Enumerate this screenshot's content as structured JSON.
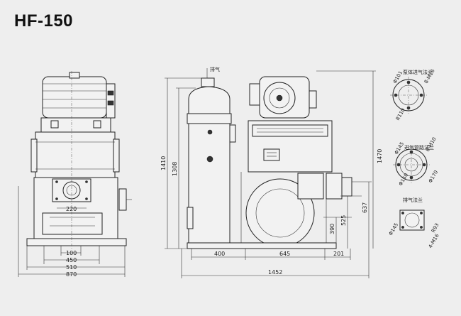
{
  "title": "HF-150",
  "labels": {
    "exhaust_top": "排气",
    "pump_inlet_flange": "泵体进气法兰",
    "inlet_pipe_flange": "进气管路法兰",
    "exhaust_flange": "排气法兰"
  },
  "front_view": {
    "dims": {
      "d220": "220",
      "d100": "100",
      "d450": "450",
      "d510": "510",
      "d870": "870"
    }
  },
  "side_view": {
    "dims": {
      "h1410": "1410",
      "h1308": "1308",
      "h1470": "1470",
      "h637": "637",
      "h525": "525",
      "h390": "390",
      "w400": "400",
      "w645": "645",
      "w201": "201",
      "w1452": "1452"
    }
  },
  "flange_details": {
    "f1": {
      "d_outer": "Φ101",
      "holes": "8-M16",
      "radius": "R110"
    },
    "f2": {
      "d_outer": "Φ145",
      "holes": "8-M10",
      "d_pcd": "Φ150",
      "d_out2": "Φ170"
    },
    "f3": {
      "d": "Φ145",
      "r": "R93",
      "holes": "4-M16"
    }
  }
}
